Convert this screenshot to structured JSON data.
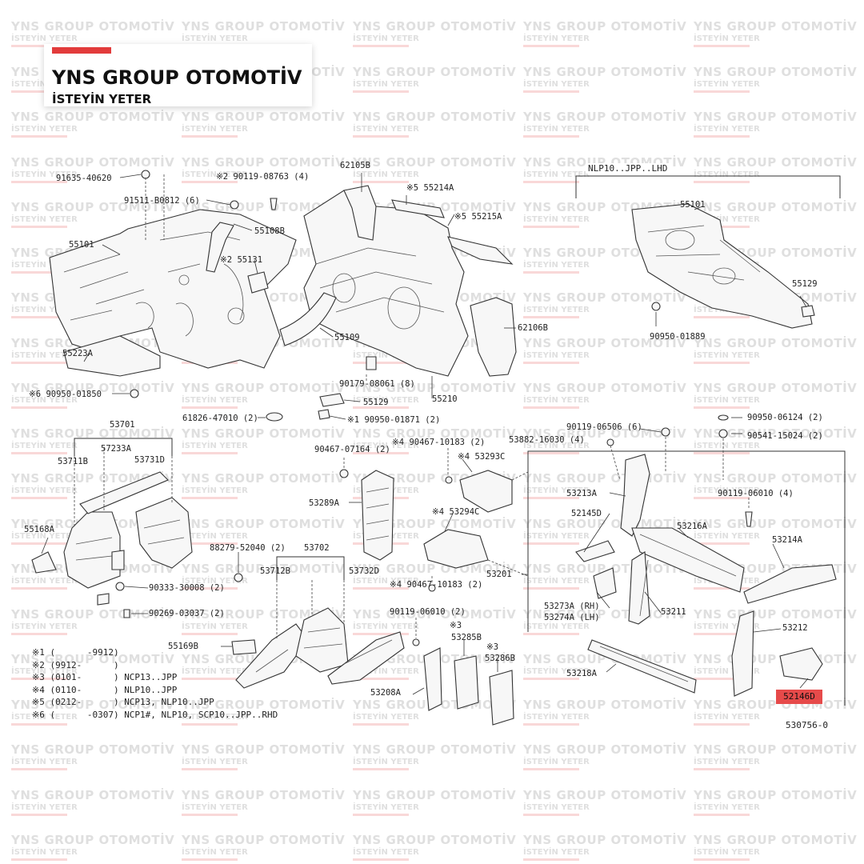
{
  "brand": {
    "name": "YNS GROUP OTOMOTİV",
    "tagline": "İSTEYİN YETER",
    "accent_color": "#e23b3b"
  },
  "watermark": {
    "line1": "YNS GROUP OTOMOTİV",
    "line2": "İSTEYİN YETER"
  },
  "variant_label": "NLP10..JPP..LHD",
  "highlighted_part": "52146D",
  "ref_code": "530756-0",
  "callouts": [
    {
      "id": "c01",
      "text": "91635-40620"
    },
    {
      "id": "c02",
      "text": "※2 90119-08763 (4)"
    },
    {
      "id": "c03",
      "text": "62105B"
    },
    {
      "id": "c04",
      "text": "91511-B0812 (6)"
    },
    {
      "id": "c05",
      "text": "※5 55214A"
    },
    {
      "id": "c06",
      "text": "55108B"
    },
    {
      "id": "c07",
      "text": "※5 55215A"
    },
    {
      "id": "c08",
      "text": "55101"
    },
    {
      "id": "c09",
      "text": "※2 55131"
    },
    {
      "id": "c10",
      "text": "55109"
    },
    {
      "id": "c11",
      "text": "62106B"
    },
    {
      "id": "c12",
      "text": "55223A"
    },
    {
      "id": "c13",
      "text": "90179-08061 (8)"
    },
    {
      "id": "c14",
      "text": "※6 90950-01850"
    },
    {
      "id": "c15",
      "text": "55129"
    },
    {
      "id": "c16",
      "text": "55210"
    },
    {
      "id": "c17",
      "text": "61826-47010 (2)"
    },
    {
      "id": "c18",
      "text": "※1 90950-01871 (2)"
    },
    {
      "id": "c19",
      "text": "55101"
    },
    {
      "id": "c20",
      "text": "55129"
    },
    {
      "id": "c21",
      "text": "90950-01889"
    },
    {
      "id": "c22",
      "text": "53701"
    },
    {
      "id": "c23",
      "text": "57233A"
    },
    {
      "id": "c24",
      "text": "53711B"
    },
    {
      "id": "c25",
      "text": "53731D"
    },
    {
      "id": "c26",
      "text": "55168A"
    },
    {
      "id": "c27",
      "text": "88279-52040 (2)"
    },
    {
      "id": "c28",
      "text": "53702"
    },
    {
      "id": "c29",
      "text": "90333-30008 (2)"
    },
    {
      "id": "c30",
      "text": "90269-03037 (2)"
    },
    {
      "id": "c31",
      "text": "53712B"
    },
    {
      "id": "c32",
      "text": "53732D"
    },
    {
      "id": "c33",
      "text": "55169B"
    },
    {
      "id": "c34",
      "text": "90467-07164 (2)"
    },
    {
      "id": "c35",
      "text": "※4 90467-10183 (2)"
    },
    {
      "id": "c36",
      "text": "※4 53293C"
    },
    {
      "id": "c37",
      "text": "53289A"
    },
    {
      "id": "c38",
      "text": "※4 53294C"
    },
    {
      "id": "c39",
      "text": "※4 90467-10183 (2)"
    },
    {
      "id": "c40",
      "text": "53201"
    },
    {
      "id": "c41",
      "text": "90119-06010 (2)"
    },
    {
      "id": "c42",
      "text": "※3"
    },
    {
      "id": "c43",
      "text": "53285B"
    },
    {
      "id": "c44",
      "text": "※3"
    },
    {
      "id": "c45",
      "text": "53286B"
    },
    {
      "id": "c46",
      "text": "53208A"
    },
    {
      "id": "c47",
      "text": "90119-06506 (6)"
    },
    {
      "id": "c48",
      "text": "53882-16030 (4)"
    },
    {
      "id": "c49",
      "text": "90950-06124 (2)"
    },
    {
      "id": "c50",
      "text": "90541-15024 (2)"
    },
    {
      "id": "c51",
      "text": "53213A"
    },
    {
      "id": "c52",
      "text": "90119-06010 (4)"
    },
    {
      "id": "c53",
      "text": "52145D"
    },
    {
      "id": "c54",
      "text": "53216A"
    },
    {
      "id": "c55",
      "text": "53214A"
    },
    {
      "id": "c56",
      "text": "53273A (RH)"
    },
    {
      "id": "c57",
      "text": "53274A (LH)"
    },
    {
      "id": "c58",
      "text": "53211"
    },
    {
      "id": "c59",
      "text": "53212"
    },
    {
      "id": "c60",
      "text": "53218A"
    }
  ],
  "notes": [
    {
      "mark": "※1",
      "range": "(      -9912)",
      "desc": ""
    },
    {
      "mark": "※2",
      "range": "(9912-      )",
      "desc": ""
    },
    {
      "mark": "※3",
      "range": "(0101-      )",
      "desc": "NCP13..JPP"
    },
    {
      "mark": "※4",
      "range": "(0110-      )",
      "desc": "NLP10..JPP"
    },
    {
      "mark": "※5",
      "range": "(0212-      )",
      "desc": "NCP13, NLP10..JPP"
    },
    {
      "mark": "※6",
      "range": "(      -0307)",
      "desc": "NCP1#, NLP10, SCP10..JPP..RHD"
    }
  ]
}
